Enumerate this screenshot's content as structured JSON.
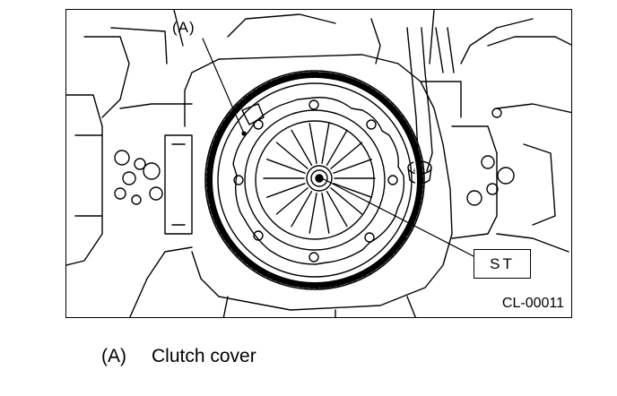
{
  "figure": {
    "callout_label": "(A)",
    "special_tool_label": "ST",
    "figure_code": "CL-00011"
  },
  "legend": {
    "items": [
      {
        "key": "(A)",
        "text": "Clutch cover"
      }
    ]
  },
  "colors": {
    "line": "#000000",
    "background": "#ffffff"
  }
}
